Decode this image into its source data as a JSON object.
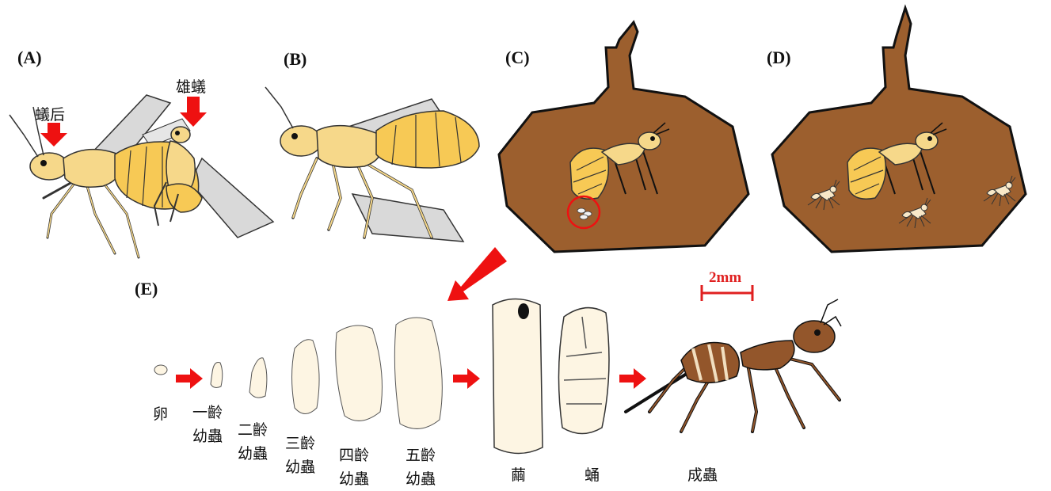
{
  "panels": {
    "a": "(A)",
    "b": "(B)",
    "c": "(C)",
    "d": "(D)",
    "e": "(E)"
  },
  "annotations": {
    "queen": "蟻后",
    "male": "雄蟻"
  },
  "scale_bar": "2mm",
  "stages": {
    "egg": "卵",
    "larva1": [
      "一齡",
      "幼蟲"
    ],
    "larva2": [
      "二齡",
      "幼蟲"
    ],
    "larva3": [
      "三齡",
      "幼蟲"
    ],
    "larva4": [
      "四齡",
      "幼蟲"
    ],
    "larva5": [
      "五齡",
      "幼蟲"
    ],
    "cocoon": "繭",
    "pupa": "蛹",
    "adult": "成蟲"
  },
  "colors": {
    "soil": "#9c5f2e",
    "queen_body": "#f6d88a",
    "larva": "#fdf5e3",
    "adult_ant": "#93562b",
    "arrow": "#ee1111",
    "wing": "#d9d9d9"
  }
}
